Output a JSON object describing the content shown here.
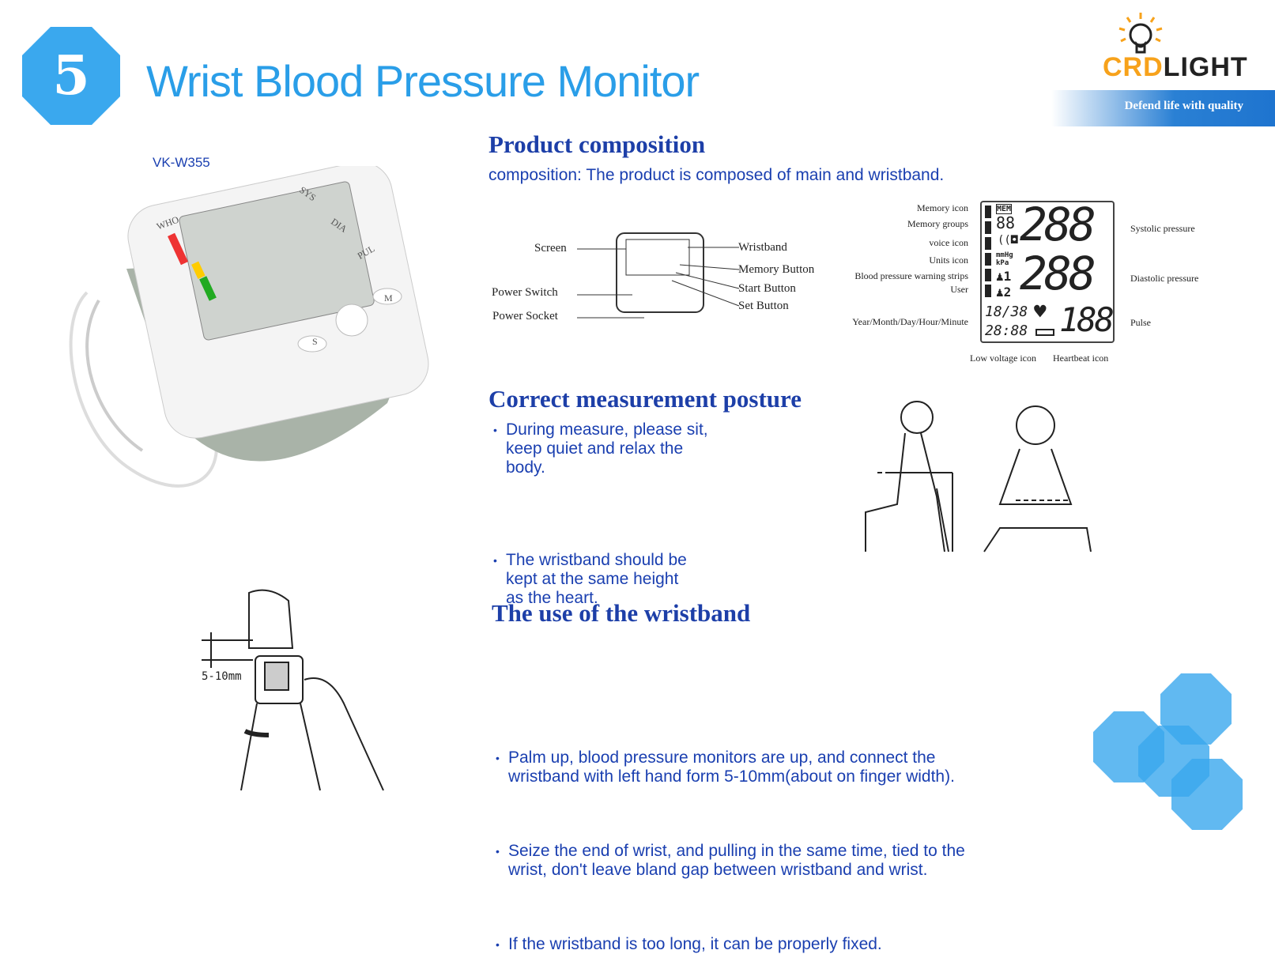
{
  "header": {
    "badge_number": "5",
    "title": "Wrist Blood Pressure Monitor"
  },
  "brand": {
    "logo_left": "CRD",
    "logo_right": "LIGHT",
    "slogan": "Defend life with quality",
    "accent": "#3aa8ee",
    "logo_orange": "#f7a21b"
  },
  "product": {
    "model": "VK-W355",
    "device_labels": [
      "WHO",
      "SYS",
      "DIA",
      "PUL",
      "S",
      "M"
    ]
  },
  "composition": {
    "heading": "Product composition",
    "text": "composition: The product is composed of main and wristband.",
    "left_labels": [
      "Screen",
      "Power Switch",
      "Power Socket"
    ],
    "right_labels": [
      "Wristband",
      "Memory Button",
      "Start Button",
      "Set Button"
    ],
    "lcd_left_labels": [
      "Memory icon",
      "Memory groups",
      "voice icon",
      "Units icon",
      "Blood pressure warning strips",
      "User",
      "Year/Month/Day/Hour/Minute"
    ],
    "lcd_right_labels": [
      "Systolic pressure",
      "Diastolic pressure",
      "Pulse"
    ],
    "lcd_bottom_labels": [
      "Low voltage icon",
      "Heartbeat icon"
    ],
    "lcd_display": {
      "mem": "MEM",
      "group": "88",
      "sys": "288",
      "dia": "288",
      "pulse": "188",
      "date": "18/38",
      "time": "28:88",
      "units": "mmHg kPa",
      "user1": "1",
      "user2": "2"
    }
  },
  "posture": {
    "heading": "Correct measurement posture",
    "bullets": [
      "During measure, please sit, keep quiet and relax the body.",
      "The wristband should be kept at the same height as the heart."
    ]
  },
  "wristband": {
    "heading": "The use of the wristband",
    "measure_label": "5-10mm",
    "bullets": [
      "Palm up, blood pressure monitors are up, and connect the wristband with left hand form 5-10mm(about on finger width).",
      "Seize the end of wrist, and pulling in the same time, tied to the wrist, don't leave bland gap between wristband and wrist.",
      "If the wristband is too long, it can be properly fixed."
    ]
  }
}
